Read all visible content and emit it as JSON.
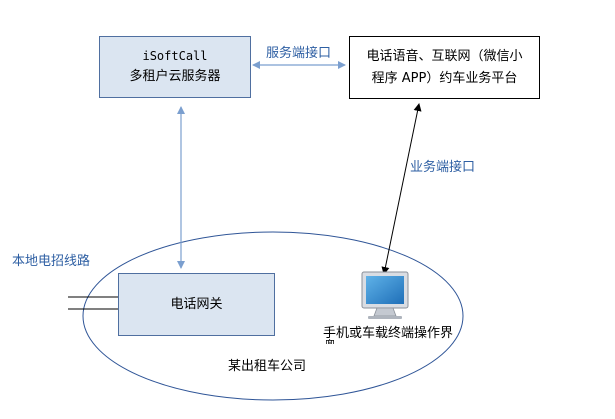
{
  "nodes": {
    "cloud_server": {
      "line1": "iSoftCall",
      "line2": "多租户云服务器"
    },
    "platform": {
      "line1": "电话语音、互联网（微信小",
      "line2": "程序 APP）约车业务平台"
    },
    "gateway": {
      "label": "电话网关"
    },
    "terminal": {
      "label": "手机或车载终端操作界",
      "label_cont": "面"
    },
    "company": {
      "label": "某出租车公司"
    }
  },
  "edges": {
    "server_platform": "服务端接口",
    "terminal_platform": "业务端接口"
  },
  "external": {
    "local_line": "本地电招线路"
  },
  "icons": {
    "terminal": "monitor-icon"
  },
  "colors": {
    "box_fill": "#dbe5f1",
    "box_border": "#4f6fa0",
    "arrow": "#7b9fcf",
    "label": "#2e5fa3"
  }
}
